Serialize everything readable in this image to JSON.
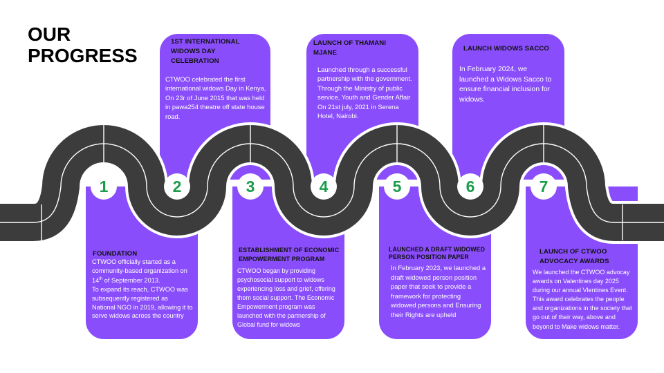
{
  "title_line1": "OUR",
  "title_line2": "PROGRESS",
  "milestones": [
    {
      "number": "1",
      "title": "FOUNDATION",
      "body_line1": "CTWOO officially started as a community-based organization on 14",
      "sup": "th",
      "body_line1_end": " of September 2013.",
      "body_line2": " To expand its reach, CTWOO was subsequently registered as National NGO in 2019, allowing it to serve widows across the country"
    },
    {
      "number": "2",
      "title": "1ST INTERNATIONAL WIDOWS DAY CELEBRATION",
      "body": "CTWOO celebrated the first international widows Day in Kenya, On 23r of June 2015 that was held in pawa254 theatre off state house road."
    },
    {
      "number": "3",
      "title": "ESTABLISHMENT OF ECONOMIC EMPOWERMENT PROGRAM",
      "body": "CTWOO began by providing psychosocial support to widows experiencing loss and grief, offering them social support. The Economic Empowerment program was launched with the partnership of Global fund for widows"
    },
    {
      "number": "4",
      "title": "LAUNCH OF THAMANI MJANE",
      "body": "Launched through a successful partnership with the government. Through the Ministry of public service, Youth and Gender Affair On 21st july, 2021 in Serena Hotel, Nairobi."
    },
    {
      "number": "5",
      "title": "LAUNCHED A DRAFT WIDOWED PERSON POSITION PAPER",
      "body": "In February 2023, we launched a draft widowed person position paper that seek to provide a framework for protecting widowed persons and Ensuring their Rights are upheld"
    },
    {
      "number": "6",
      "title": "LAUNCH WIDOWS SACCO",
      "body": "In February 2024, we launched a Widows Sacco to ensure financial inclusion for widows."
    },
    {
      "number": "7",
      "title": "LAUNCH OF CTWOO ADVOCACY AWARDS",
      "body": "We launched the CTWOO advocay awards on Valentines day 2025 during our annual Vlentines Event. This award celebrates the people and organizations in the society that go out of their way, above and beyond to Make widows matter."
    }
  ],
  "colors": {
    "card": "#8a4dfb",
    "road": "#3c3c3c",
    "road_edge": "#ffffff",
    "number": "#1a9c4a"
  },
  "icons": {
    "road": "winding-road-graphic"
  }
}
